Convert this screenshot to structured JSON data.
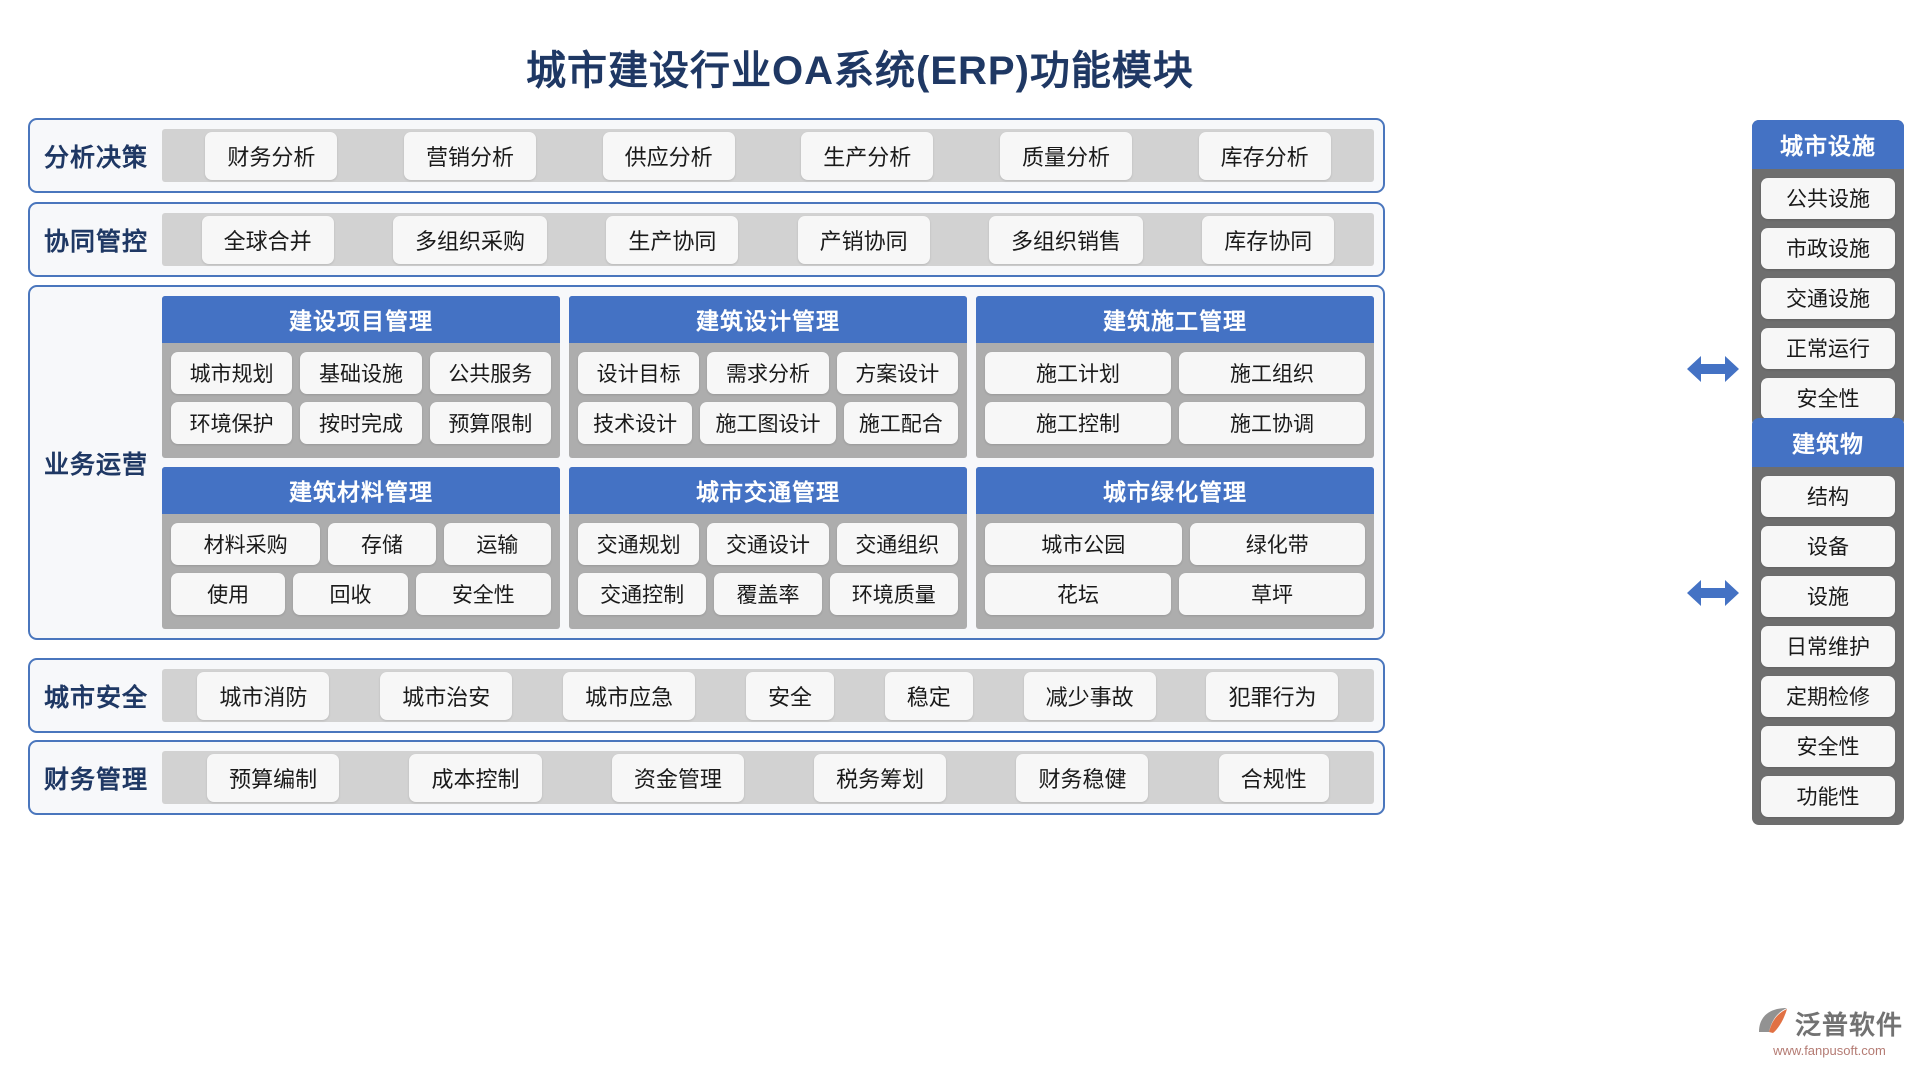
{
  "title": "城市建设行业OA系统(ERP)功能模块",
  "rows": [
    {
      "label": "分析决策",
      "items": [
        "财务分析",
        "营销分析",
        "供应分析",
        "生产分析",
        "质量分析",
        "库存分析"
      ]
    },
    {
      "label": "协同管控",
      "items": [
        "全球合并",
        "多组织采购",
        "生产协同",
        "产销协同",
        "多组织销售",
        "库存协同"
      ]
    }
  ],
  "business": {
    "label": "业务运营",
    "cards": [
      {
        "title": "建设项目管理",
        "rows": [
          [
            "城市规划",
            "基础设施",
            "公共服务"
          ],
          [
            "环境保护",
            "按时完成",
            "预算限制"
          ]
        ]
      },
      {
        "title": "建筑设计管理",
        "rows": [
          [
            "设计目标",
            "需求分析",
            "方案设计"
          ],
          [
            "技术设计",
            "施工图设计",
            "施工配合"
          ]
        ]
      },
      {
        "title": "建筑施工管理",
        "rows": [
          [
            "施工计划",
            "施工组织"
          ],
          [
            "施工控制",
            "施工协调"
          ]
        ]
      },
      {
        "title": "建筑材料管理",
        "rows": [
          [
            "材料采购",
            "存储",
            "运输"
          ],
          [
            "使用",
            "回收",
            "安全性"
          ]
        ]
      },
      {
        "title": "城市交通管理",
        "rows": [
          [
            "交通规划",
            "交通设计",
            "交通组织"
          ],
          [
            "交通控制",
            "覆盖率",
            "环境质量"
          ]
        ]
      },
      {
        "title": "城市绿化管理",
        "rows": [
          [
            "城市公园",
            "绿化带"
          ],
          [
            "花坛",
            "草坪"
          ]
        ]
      }
    ]
  },
  "bottom_rows": [
    {
      "label": "城市安全",
      "items": [
        "城市消防",
        "城市治安",
        "城市应急",
        "安全",
        "稳定",
        "减少事故",
        "犯罪行为"
      ]
    },
    {
      "label": "财务管理",
      "items": [
        "预算编制",
        "成本控制",
        "资金管理",
        "税务筹划",
        "财务稳健",
        "合规性"
      ]
    }
  ],
  "side_panels": [
    {
      "title": "城市设施",
      "items": [
        "公共设施",
        "市政设施",
        "交通设施",
        "正常运行",
        "安全性"
      ]
    },
    {
      "title": "建筑物",
      "items": [
        "结构",
        "设备",
        "设施",
        "日常维护",
        "定期检修",
        "安全性",
        "功能性"
      ]
    }
  ],
  "logo": {
    "name": "泛普软件",
    "url": "www.fanpusoft.com"
  },
  "colors": {
    "title": "#1f3864",
    "accent": "#4472c4",
    "band_border": "#4a76bd",
    "strip": "#d2d2d2",
    "card_body": "#adadad",
    "side_panel": "#6e6e6e",
    "chip": "#f7f7f7",
    "arrow": "#4472c4"
  }
}
